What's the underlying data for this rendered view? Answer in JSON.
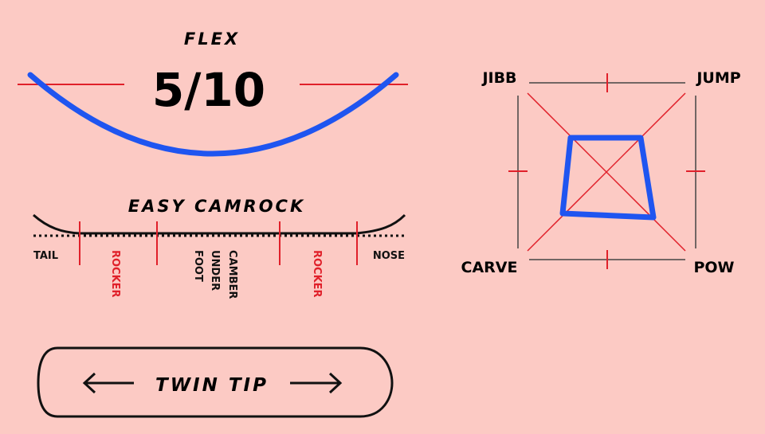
{
  "flex": {
    "title": "FLEX",
    "value": "5/10"
  },
  "profile": {
    "title": "EASY CAMROCK",
    "zones": {
      "tail": "TAIL",
      "rocker_left": "ROCKER",
      "foot_line1": "FOOT",
      "foot_line2": "UNDER",
      "foot_line3": "CAMBER",
      "rocker_right": "ROCKER",
      "nose": "NOSE"
    }
  },
  "shape": {
    "label": "TWIN TIP"
  },
  "riding_style": {
    "labels": {
      "top_left": "JIBB",
      "top_right": "JUMP",
      "bottom_left": "CARVE",
      "bottom_right": "POW"
    }
  },
  "colors": {
    "background": "#fccac4",
    "accent_red": "#e0202a",
    "accent_blue": "#1f55f0",
    "ink": "#111111"
  }
}
